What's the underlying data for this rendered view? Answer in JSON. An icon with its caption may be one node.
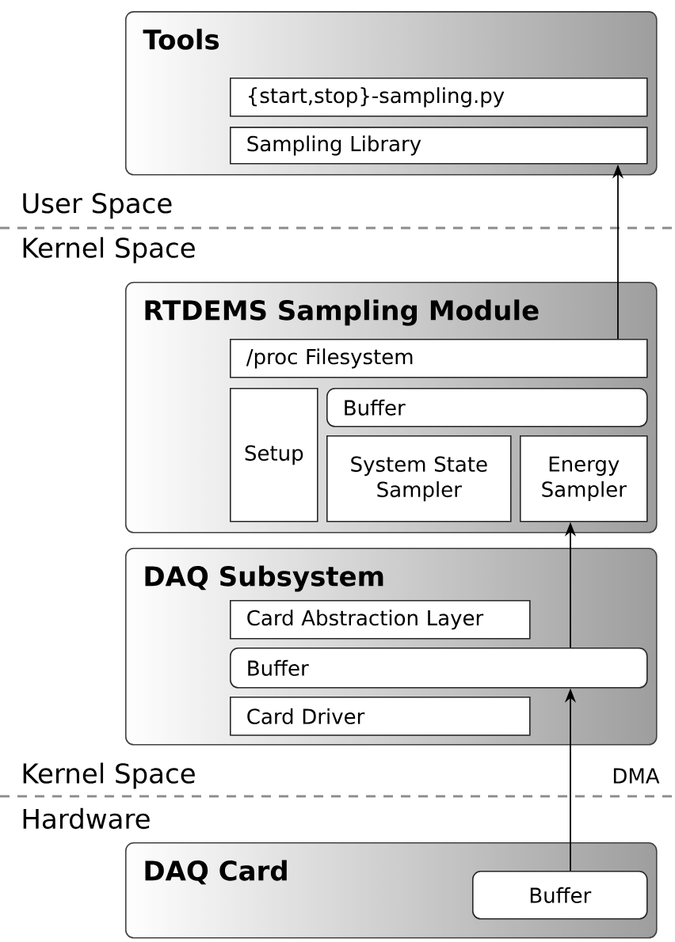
{
  "diagram": {
    "nodes": [
      {
        "text": [
          "Tools"
        ]
      },
      {
        "text": [
          "{start,stop}-sampling.py"
        ],
        "in": 0
      },
      {
        "text": [
          "Sampling Library"
        ],
        "in": 0
      },
      {
        "text": [
          "RTDEMS Sampling Module"
        ]
      },
      {
        "text": [
          "/proc Filesystem"
        ],
        "in": 3
      },
      {
        "text": [
          "Setup"
        ],
        "in": 3
      },
      {
        "text": [
          "Buffer"
        ],
        "in": 3
      },
      {
        "text": [
          "System State Sampler"
        ],
        "in": 3
      },
      {
        "text": [
          "Energy Sampler"
        ],
        "in": 3
      },
      {
        "text": [
          "DAQ Subsystem"
        ]
      },
      {
        "text": [
          "Card Abstraction Layer"
        ],
        "in": 9
      },
      {
        "text": [
          "Buffer"
        ],
        "in": 9
      },
      {
        "text": [
          "Card Driver"
        ],
        "in": 9
      },
      {
        "text": [
          "DAQ Card"
        ]
      },
      {
        "text": [
          "Buffer"
        ],
        "in": 13
      }
    ],
    "edges": [
      {
        "from": 14,
        "to": 11,
        "arrow": "to",
        "label": "DMA"
      },
      {
        "from": 11,
        "to": 8,
        "arrow": "to"
      },
      {
        "from": 4,
        "to": 2,
        "arrow": "to"
      }
    ],
    "labels": [
      "User Space",
      "Kernel Space",
      "Kernel Space",
      "Hardware"
    ]
  }
}
